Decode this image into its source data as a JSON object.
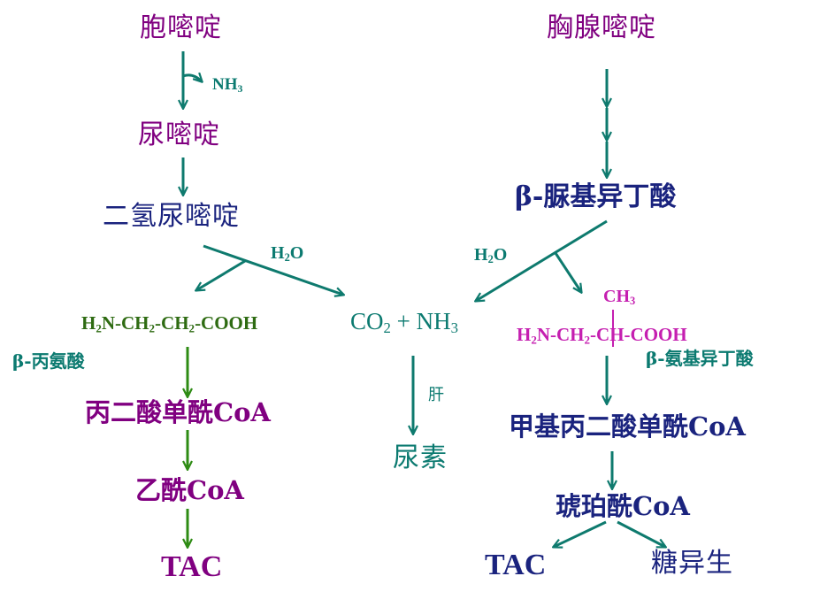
{
  "nodes": {
    "cytosine": "胞嘧啶",
    "nh3_label": {
      "main": "NH",
      "sub": "3"
    },
    "uracil": "尿嘧啶",
    "dihydrouracil": "二氢尿嘧啶",
    "h2o_left": {
      "a": "H",
      "sub": "2",
      "b": "O"
    },
    "beta_alanine_formula": {
      "p1": "H",
      "s1": "2",
      "p2": "N-CH",
      "s2": "2",
      "p3": "-CH",
      "s3": "2",
      "p4": "-COOH"
    },
    "beta_alanine_name": "β-丙氨酸",
    "malonyl_coa": "丙二酸单酰CoA",
    "acetyl_coa": "乙酰CoA",
    "tac_left": "TAC",
    "co2_nh3": {
      "a": "CO",
      "s1": "2",
      "b": " + NH",
      "s2": "3"
    },
    "liver": "肝",
    "urea": "尿素",
    "thymine": "胸腺嘧啶",
    "beta_ureido_isobutyrate": "β-脲基异丁酸",
    "h2o_right": {
      "a": "H",
      "sub": "2",
      "b": "O"
    },
    "ch3": {
      "a": "CH",
      "sub": "3"
    },
    "aminoisobutyrate_formula": {
      "p1": "H",
      "s1": "2",
      "p2": "N-CH",
      "s2": "2",
      "p3": "-CH-COOH"
    },
    "aminoisobutyrate_name": "β-氨基异丁酸",
    "methylmalonyl_coa": "甲基丙二酸单酰CoA",
    "succinyl_coa": "琥珀酰CoA",
    "tac_right": "TAC",
    "gluconeogenesis": "糖异生"
  },
  "colors": {
    "purple": "#800080",
    "navy": "#1a237e",
    "teal": "#0b7a70",
    "green": "#2e6b12",
    "magenta": "#c51fb0",
    "arrow_teal": "#0e7a6e",
    "arrow_green": "#2e8b14"
  }
}
